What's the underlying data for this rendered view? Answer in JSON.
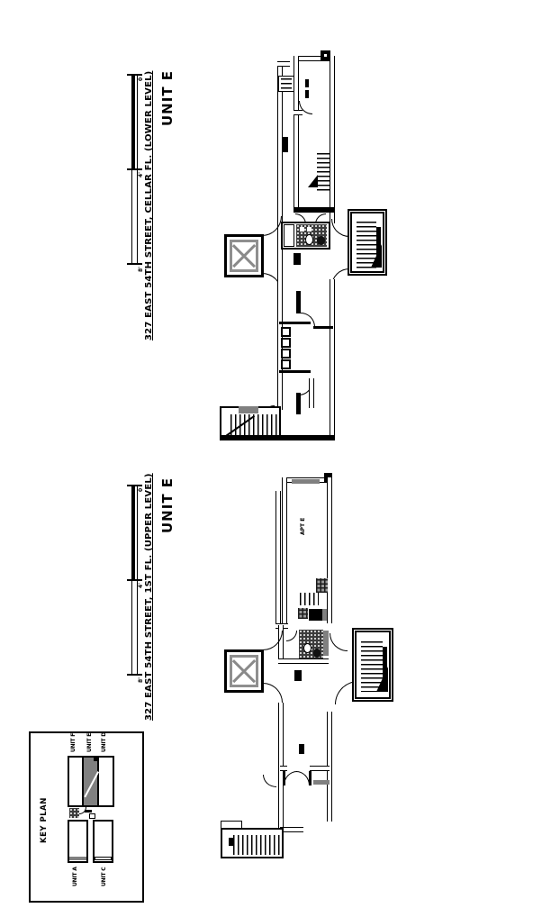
{
  "sheet": {
    "background": "#ffffff",
    "line_color": "#000000",
    "highlight_gray": "#808080"
  },
  "plans": [
    {
      "title": "UNIT E",
      "subtitle": "327 EAST 54TH STREET, CELLAR FL. (LOWER LEVEL)",
      "scale_ticks": [
        "0",
        "4'",
        "8'"
      ]
    },
    {
      "title": "UNIT E",
      "subtitle": "327 EAST 54TH STREET, 1ST FL. (UPPER LEVEL)",
      "scale_ticks": [
        "0",
        "4'",
        "8'"
      ],
      "room_label": "APT E"
    }
  ],
  "key_plan": {
    "title": "KEY PLAN",
    "units_top": [
      "UNIT F",
      "UNIT E",
      "UNIT D"
    ],
    "units_bottom": [
      "UNIT A",
      "UNIT C"
    ],
    "highlighted_unit": "UNIT E"
  }
}
